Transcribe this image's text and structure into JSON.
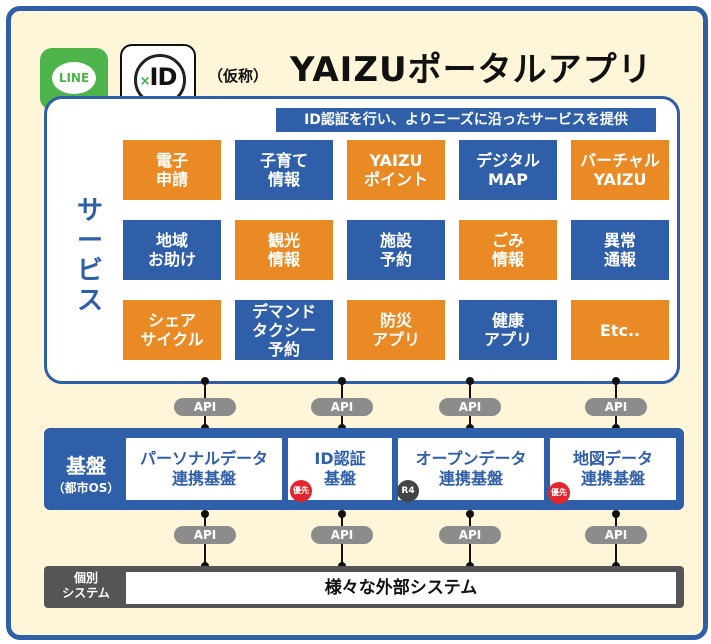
{
  "header": {
    "line_logo_text": "LINE",
    "id_logo_text": "ID",
    "id_logo_mark": "×",
    "title_prefix": "（仮称）",
    "title": "YAIZUポータルアプリ"
  },
  "services": {
    "tagline": "ID認証を行い、よりニーズに沿ったサービスを提供",
    "label": "サービス",
    "tiles": [
      {
        "label": "電子\n申請",
        "color": "orange"
      },
      {
        "label": "子育て\n情報",
        "color": "blue"
      },
      {
        "label": "YAIZU\nポイント",
        "color": "orange"
      },
      {
        "label": "デジタル\nMAP",
        "color": "blue"
      },
      {
        "label": "バーチャル\nYAIZU",
        "color": "orange"
      },
      {
        "label": "地域\nお助け",
        "color": "blue"
      },
      {
        "label": "観光\n情報",
        "color": "orange"
      },
      {
        "label": "施設\n予約",
        "color": "blue"
      },
      {
        "label": "ごみ\n情報",
        "color": "orange"
      },
      {
        "label": "異常\n通報",
        "color": "blue"
      },
      {
        "label": "シェア\nサイクル",
        "color": "orange"
      },
      {
        "label": "デマンド\nタクシー\n予約",
        "color": "blue"
      },
      {
        "label": "防災\nアプリ",
        "color": "orange"
      },
      {
        "label": "健康\nアプリ",
        "color": "blue"
      },
      {
        "label": "Etc..",
        "color": "orange"
      }
    ]
  },
  "api_label": "API",
  "platform": {
    "label": "基盤",
    "sublabel": "（都市OS）",
    "boxes": [
      {
        "label": "パーソナルデータ\n連携基盤"
      },
      {
        "label": "ID認証\n基盤",
        "badge": "優先"
      },
      {
        "label": "オープンデータ\n連携基盤",
        "badge": "R4"
      },
      {
        "label": "地図データ\n連携基盤",
        "badge": "優先"
      }
    ]
  },
  "external": {
    "label": "個別\nシステム",
    "box": "様々な外部システム"
  },
  "colors": {
    "frame_bg": "#fff6d9",
    "blue": "#2f5fa8",
    "orange": "#e98a25",
    "api_gray": "#8c8c8c",
    "external_gray": "#555555",
    "badge_red": "#e3262d",
    "line_green": "#4cb44a"
  }
}
